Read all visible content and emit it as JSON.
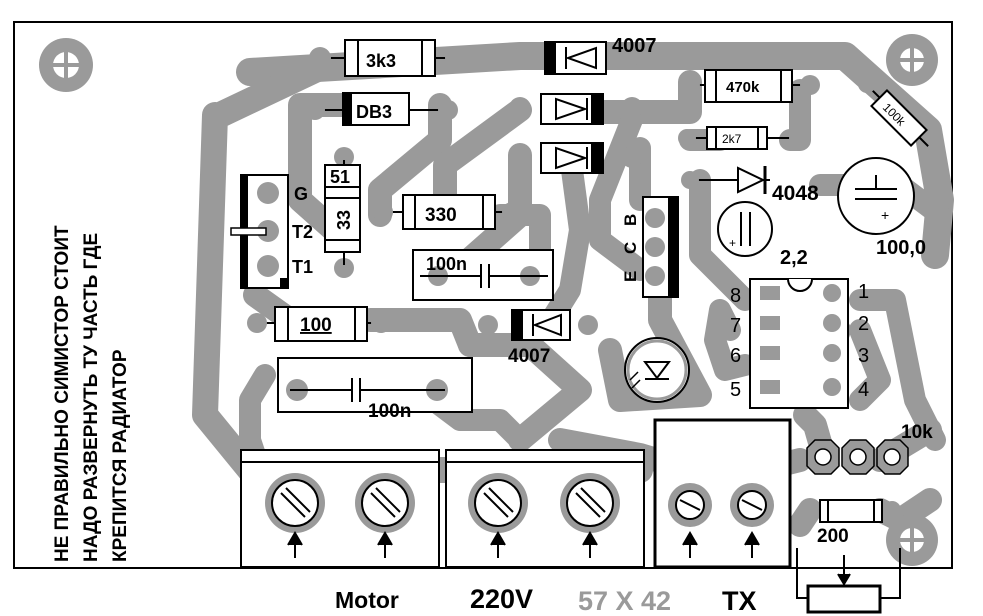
{
  "note_lines": [
    "НЕ ПРАВИЛЬНО СИМИСТОР СТОИТ",
    "НАДО РАЗВЕРНУТЬ ТУ ЧАСТЬ ГДЕ",
    "КРЕПИТСЯ РАДИАТОР"
  ],
  "components": {
    "r_3k3": "3k3",
    "diac": "DB3",
    "d1": "4007",
    "r_470k": "470k",
    "r_2k7": "2k7",
    "r_100k": "100k",
    "d_4048": "4048",
    "cap_100": "100,0",
    "cap_22": "2,2",
    "r_51": "51",
    "r_33": "33",
    "r_330": "330",
    "c_100n_a": "100n",
    "r_100": "100",
    "d2": "4007",
    "c_100n_b": "100n",
    "pot_10k": "10k",
    "r_200": "200"
  },
  "triac_pins": {
    "g": "G",
    "t2": "T2",
    "t1": "T1"
  },
  "transistor_pins": [
    "B",
    "C",
    "E"
  ],
  "ic_pins_left": [
    "8",
    "7",
    "6",
    "5"
  ],
  "ic_pins_right": [
    "1",
    "2",
    "3",
    "4"
  ],
  "bottom_labels": {
    "motor": "Motor",
    "v220": "220V",
    "size": "57 X 42",
    "tx": "TX"
  },
  "colors": {
    "copper": "#9a9a9a",
    "board": "#ffffff",
    "ink": "#000000"
  }
}
